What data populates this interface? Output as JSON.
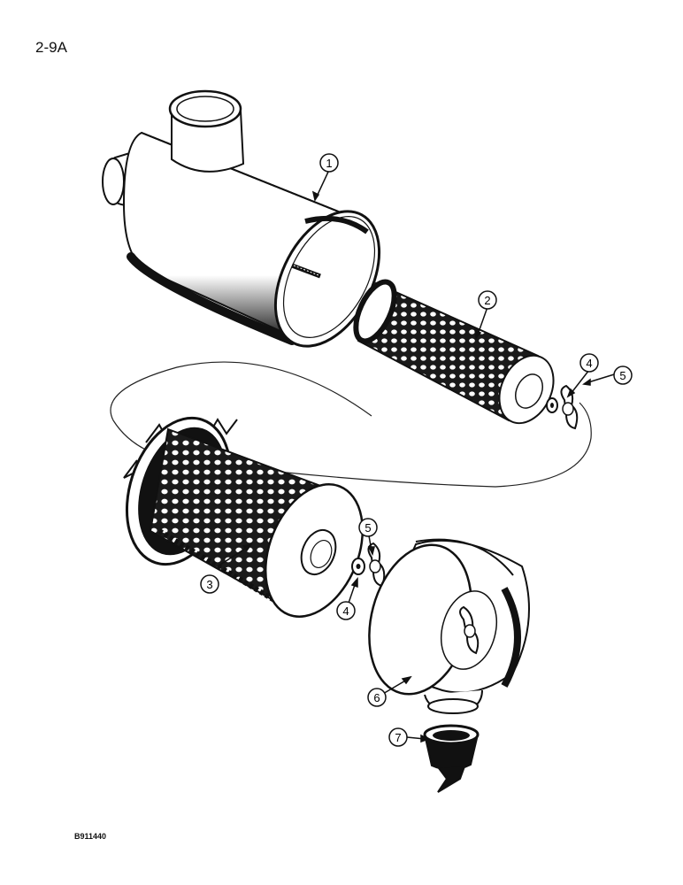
{
  "page_number": "2-9A",
  "figure_code": "B911440",
  "callouts": [
    {
      "label": "1"
    },
    {
      "label": "2"
    },
    {
      "label": "3"
    },
    {
      "label": "4"
    },
    {
      "label": "4"
    },
    {
      "label": "5"
    },
    {
      "label": "5"
    },
    {
      "label": "6"
    },
    {
      "label": "7"
    }
  ]
}
